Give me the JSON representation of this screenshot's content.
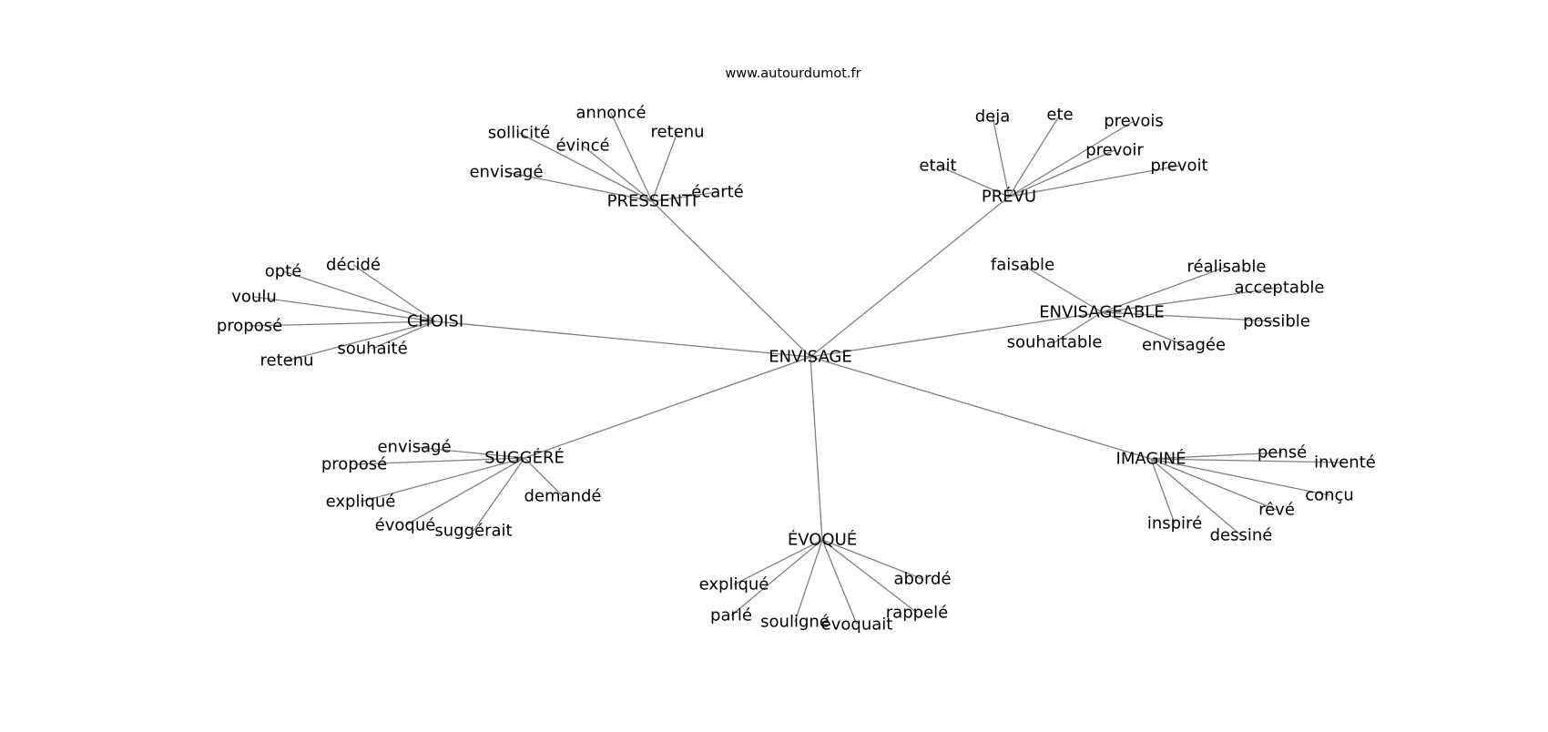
{
  "site_label": "www.autourdumot.fr",
  "graph": {
    "center": "ENVISAGE",
    "hubs": [
      {
        "id": "pressenti",
        "label": "PRESSENTI",
        "leaves": [
          "sollicité",
          "annoncé",
          "retenu",
          "évincé",
          "envisagé",
          "écarté"
        ]
      },
      {
        "id": "prevu",
        "label": "PRÉVU",
        "leaves": [
          "deja",
          "ete",
          "prevois",
          "prevoir",
          "etait",
          "prevoit"
        ]
      },
      {
        "id": "choisi",
        "label": "CHOISI",
        "leaves": [
          "opté",
          "décidé",
          "voulu",
          "proposé",
          "souhaité",
          "retenu"
        ]
      },
      {
        "id": "envisageable",
        "label": "ENVISAGEABLE",
        "leaves": [
          "faisable",
          "réalisable",
          "acceptable",
          "possible",
          "souhaitable",
          "envisagée"
        ]
      },
      {
        "id": "suggere",
        "label": "SUGGÉRÉ",
        "leaves": [
          "envisagé",
          "proposé",
          "expliqué",
          "demandé",
          "évoqué",
          "suggérait"
        ]
      },
      {
        "id": "imagine",
        "label": "IMAGINÉ",
        "leaves": [
          "pensé",
          "inventé",
          "conçu",
          "rêvé",
          "inspiré",
          "dessiné"
        ]
      },
      {
        "id": "evoque",
        "label": "ÉVOQUÉ",
        "leaves": [
          "abordé",
          "expliqué",
          "rappelé",
          "parlé",
          "souligné",
          "évoquait"
        ]
      }
    ]
  }
}
